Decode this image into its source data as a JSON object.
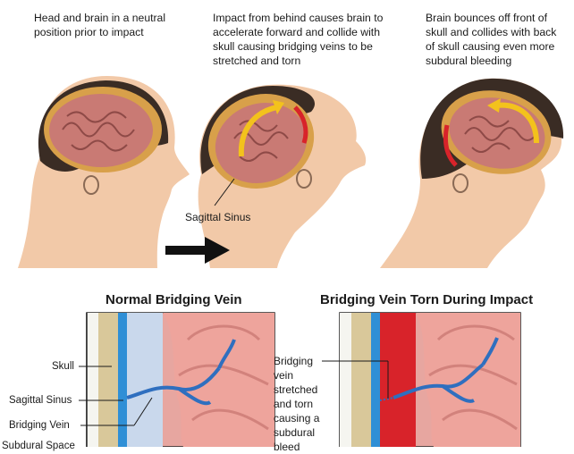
{
  "top_captions": [
    {
      "lines": [
        "Head and brain in a neutral",
        "position prior to impact"
      ]
    },
    {
      "lines": [
        "Impact from behind causes brain to",
        "accelerate forward and collide with",
        "skull causing bridging veins to be",
        "stretched and torn"
      ]
    },
    {
      "lines": [
        "Brain bounces off front of",
        "skull and collides with back",
        "of skull causing even more",
        "subdural bleeding"
      ]
    }
  ],
  "sagittal_sinus_label": "Sagittal Sinus",
  "panels": {
    "normal_title": "Normal Bridging Vein",
    "torn_title": "Bridging Vein Torn During Impact"
  },
  "left_labels": [
    "Skull",
    "Sagittal Sinus",
    "Bridging Vein",
    "Subdural Space"
  ],
  "torn_note_lines": [
    "Bridging",
    "vein",
    "stretched",
    "and torn",
    "causing a",
    "subdural",
    "bleed"
  ],
  "colors": {
    "skin": "#f2c9a8",
    "brain": "#c97a74",
    "skull_cut": "#e0b84a",
    "vein": "#2f6fbf",
    "blood": "#d8232a",
    "arrow_motion": "#f3c21c"
  }
}
